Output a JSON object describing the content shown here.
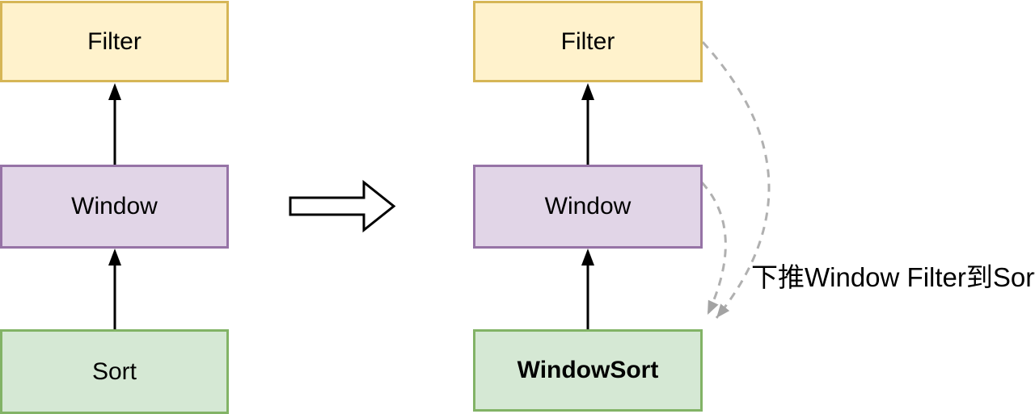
{
  "colors": {
    "filter_fill": "#FFF2CC",
    "filter_border": "#D6B656",
    "window_fill": "#E1D5E7",
    "window_border": "#9673A6",
    "sort_fill": "#D5E8D4",
    "sort_border": "#82B366",
    "solid_arrow": "#000000",
    "dashed_arrow": "#B0B0B0",
    "dashed_arrowhead": "#A3A3A3",
    "text": "#000000"
  },
  "before_plan": {
    "filter_label": "Filter",
    "window_label": "Window",
    "sort_label": "Sort"
  },
  "after_plan": {
    "filter_label": "Filter",
    "window_label": "Window",
    "windowsort_label": "WindowSort"
  },
  "transform": {
    "icon": "block-arrow-right-icon"
  },
  "annotation": {
    "text": "下推Window Filter到Sort"
  }
}
